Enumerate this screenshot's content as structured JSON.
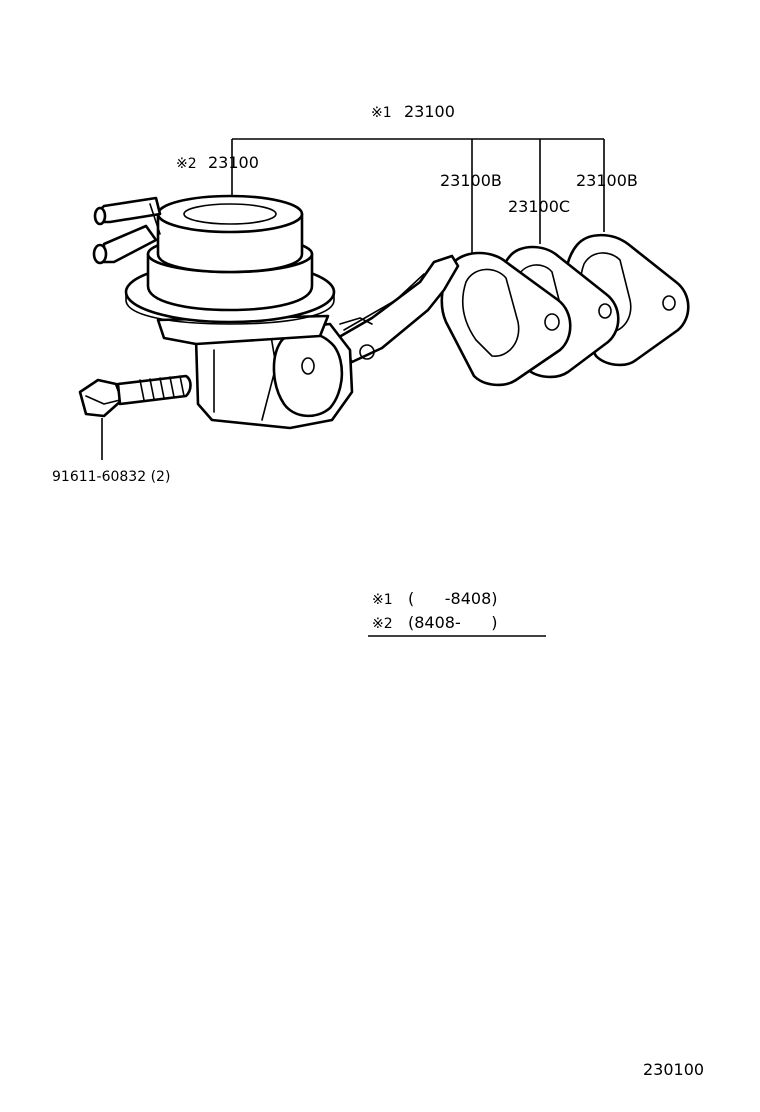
{
  "labels": {
    "assembly_main": "23100",
    "assembly_alt": "23100",
    "gasket_b_1": "23100B",
    "gasket_b_2": "23100B",
    "gasket_c": "23100C",
    "bolt": "91611-60832 (2)",
    "figure_number": "230100"
  },
  "notes": {
    "mark1": "※1",
    "mark2": "※2",
    "note1_range": "(      -8408)",
    "note2_range": "(8408-      )"
  }
}
